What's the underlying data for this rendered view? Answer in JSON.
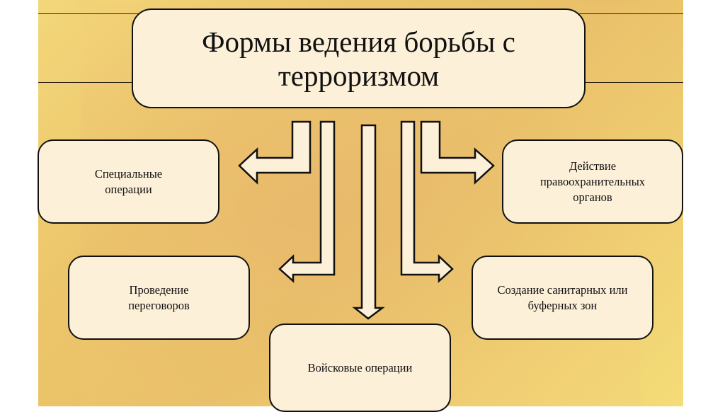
{
  "title": "Формы ведения борьбы с терроризмом",
  "items": [
    "Специальные операции",
    "Действие правоохранительных органов",
    "Проведение переговоров",
    "Создание санитарных или буферных зон",
    "Войсковые операции"
  ],
  "colors": {
    "box_fill": "#fdf0d8",
    "background": "#ecc56a",
    "stroke": "#111111"
  }
}
